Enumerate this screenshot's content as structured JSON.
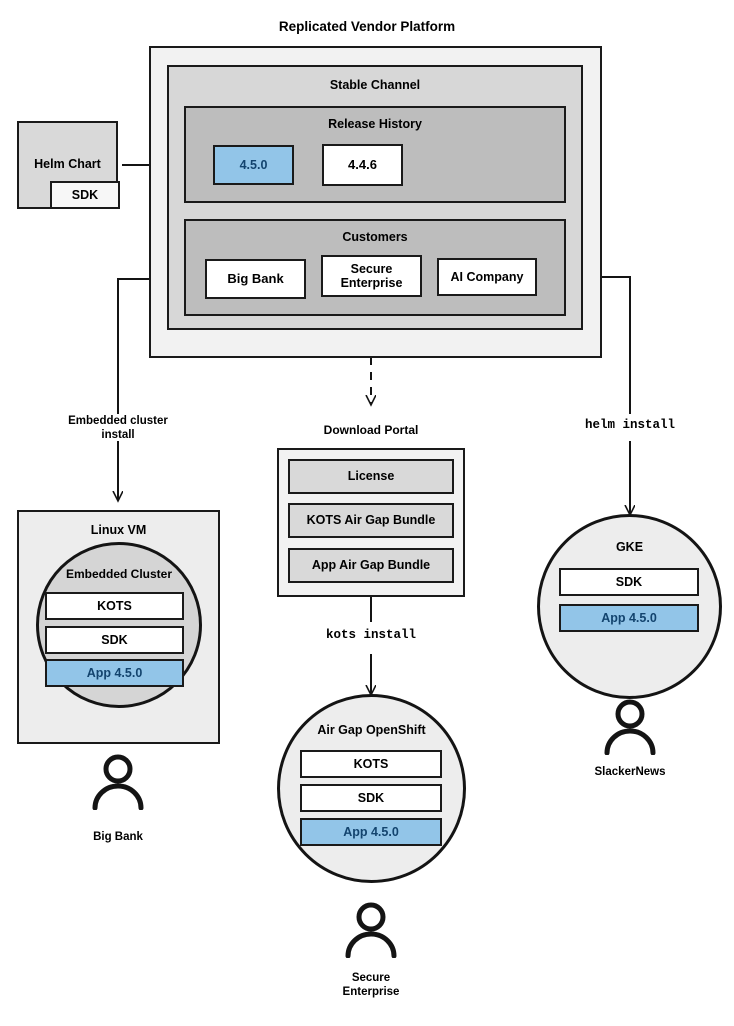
{
  "diagram": {
    "title": "Replicated Vendor Platform",
    "platform": {
      "channel_title": "Stable Channel",
      "release_history": {
        "title": "Release History",
        "releases": [
          {
            "version": "4.5.0",
            "highlighted": true
          },
          {
            "version": "4.4.6",
            "highlighted": false
          }
        ]
      },
      "customers": {
        "title": "Customers",
        "items": [
          {
            "name": "Big Bank"
          },
          {
            "name": "Secure\nEnterprise"
          },
          {
            "name": "AI Company"
          }
        ]
      }
    },
    "helm_chart": {
      "title": "Helm Chart",
      "sdk_label": "SDK"
    },
    "connector_labels": {
      "embedded_cluster_install": "Embedded cluster\ninstall",
      "helm_install": "helm install",
      "kots_install": "kots install"
    },
    "download_portal": {
      "title": "Download Portal",
      "artifacts": [
        "License",
        "KOTS Air Gap Bundle",
        "App Air Gap Bundle"
      ]
    },
    "targets": [
      {
        "id": "linux-vm",
        "outer_title": "Linux VM",
        "inner_title": "Embedded Cluster",
        "components": [
          {
            "label": "KOTS",
            "highlighted": false
          },
          {
            "label": "SDK",
            "highlighted": false
          },
          {
            "label": "App 4.5.0",
            "highlighted": true
          }
        ],
        "customer": "Big Bank"
      },
      {
        "id": "airgap-openshift",
        "outer_title": "Air Gap OpenShift",
        "inner_title": "",
        "components": [
          {
            "label": "KOTS",
            "highlighted": false
          },
          {
            "label": "SDK",
            "highlighted": false
          },
          {
            "label": "App 4.5.0",
            "highlighted": true
          }
        ],
        "customer": "Secure\nEnterprise"
      },
      {
        "id": "gke",
        "outer_title": "GKE",
        "inner_title": "",
        "components": [
          {
            "label": "SDK",
            "highlighted": false
          },
          {
            "label": "App 4.5.0",
            "highlighted": true
          }
        ],
        "customer": "SlackerNews"
      }
    ],
    "colors": {
      "highlight_fill": "#92C5E8",
      "highlight_stroke": "#2E6EA6",
      "highlight_text": "#13446E",
      "platform_outer": "#F2F2F2",
      "channel_fill": "#D7D7D7",
      "section_fill": "#BDBDBD",
      "stroke": "#1A1A1A",
      "page_bg": "#FFFFFF"
    }
  }
}
